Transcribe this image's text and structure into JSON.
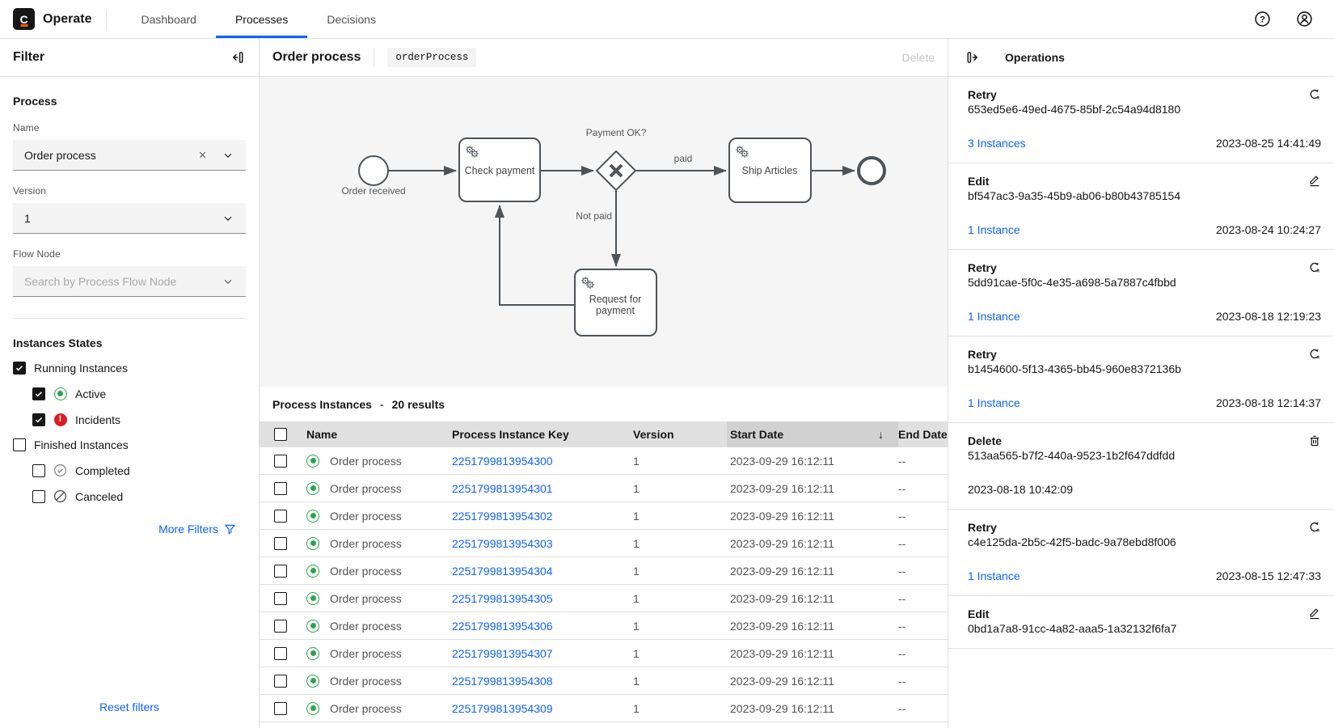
{
  "colors": {
    "accent": "#0f62fe",
    "active_green": "#2da44e",
    "incident_red": "#da1e28"
  },
  "header": {
    "logo_letter": "C",
    "brand": "Operate",
    "tabs": [
      {
        "label": "Dashboard",
        "active": false
      },
      {
        "label": "Processes",
        "active": true
      },
      {
        "label": "Decisions",
        "active": false
      }
    ]
  },
  "filters": {
    "panel_title": "Filter",
    "section_process": "Process",
    "name_label": "Name",
    "name_value": "Order process",
    "version_label": "Version",
    "version_value": "1",
    "flow_node_label": "Flow Node",
    "flow_node_placeholder": "Search by Process Flow Node",
    "states_title": "Instances States",
    "running_label": "Running Instances",
    "active_label": "Active",
    "incidents_label": "Incidents",
    "finished_label": "Finished Instances",
    "completed_label": "Completed",
    "canceled_label": "Canceled",
    "more_filters": "More Filters",
    "reset": "Reset filters"
  },
  "process_view": {
    "title": "Order process",
    "badge": "orderProcess",
    "delete_label": "Delete"
  },
  "diagram": {
    "start_label": "Order received",
    "task_check": "Check payment",
    "gateway_label": "Payment OK?",
    "flow_paid": "paid",
    "flow_not_paid": "Not paid",
    "task_ship": "Ship Articles",
    "task_request_line1": "Request for",
    "task_request_line2": "payment"
  },
  "instances": {
    "title": "Process Instances",
    "separator": "-",
    "results": "20 results",
    "sort_indicator": "↓",
    "columns": [
      "Name",
      "Process Instance Key",
      "Version",
      "Start Date",
      "End Date"
    ],
    "rows": [
      {
        "name": "Order process",
        "key": "2251799813954300",
        "version": "1",
        "start": "2023-09-29 16:12:11",
        "end": "--"
      },
      {
        "name": "Order process",
        "key": "2251799813954301",
        "version": "1",
        "start": "2023-09-29 16:12:11",
        "end": "--"
      },
      {
        "name": "Order process",
        "key": "2251799813954302",
        "version": "1",
        "start": "2023-09-29 16:12:11",
        "end": "--"
      },
      {
        "name": "Order process",
        "key": "2251799813954303",
        "version": "1",
        "start": "2023-09-29 16:12:11",
        "end": "--"
      },
      {
        "name": "Order process",
        "key": "2251799813954304",
        "version": "1",
        "start": "2023-09-29 16:12:11",
        "end": "--"
      },
      {
        "name": "Order process",
        "key": "2251799813954305",
        "version": "1",
        "start": "2023-09-29 16:12:11",
        "end": "--"
      },
      {
        "name": "Order process",
        "key": "2251799813954306",
        "version": "1",
        "start": "2023-09-29 16:12:11",
        "end": "--"
      },
      {
        "name": "Order process",
        "key": "2251799813954307",
        "version": "1",
        "start": "2023-09-29 16:12:11",
        "end": "--"
      },
      {
        "name": "Order process",
        "key": "2251799813954308",
        "version": "1",
        "start": "2023-09-29 16:12:11",
        "end": "--"
      },
      {
        "name": "Order process",
        "key": "2251799813954309",
        "version": "1",
        "start": "2023-09-29 16:12:11",
        "end": "--"
      }
    ]
  },
  "operations": {
    "title": "Operations",
    "entries": [
      {
        "type": "Retry",
        "id": "653ed5e6-49ed-4675-85bf-2c54a94d8180",
        "instances": "3 Instances",
        "timestamp": "2023-08-25 14:41:49",
        "icon": "retry"
      },
      {
        "type": "Edit",
        "id": "bf547ac3-9a35-45b9-ab06-b80b43785154",
        "instances": "1 Instance",
        "timestamp": "2023-08-24 10:24:27",
        "icon": "edit"
      },
      {
        "type": "Retry",
        "id": "5dd91cae-5f0c-4e35-a698-5a7887c4fbbd",
        "instances": "1 Instance",
        "timestamp": "2023-08-18 12:19:23",
        "icon": "retry"
      },
      {
        "type": "Retry",
        "id": "b1454600-5f13-4365-bb45-960e8372136b",
        "instances": "1 Instance",
        "timestamp": "2023-08-18 12:14:37",
        "icon": "retry"
      },
      {
        "type": "Delete",
        "id": "513aa565-b7f2-440a-9523-1b2f647ddfdd",
        "instances": null,
        "timestamp": "2023-08-18 10:42:09",
        "icon": "delete"
      },
      {
        "type": "Retry",
        "id": "c4e125da-2b5c-42f5-badc-9a78ebd8f006",
        "instances": "1 Instance",
        "timestamp": "2023-08-15 12:47:33",
        "icon": "retry"
      },
      {
        "type": "Edit",
        "id": "0bd1a7a8-91cc-4a82-aaa5-1a32132f6fa7",
        "instances": null,
        "timestamp": null,
        "icon": "edit"
      }
    ]
  }
}
